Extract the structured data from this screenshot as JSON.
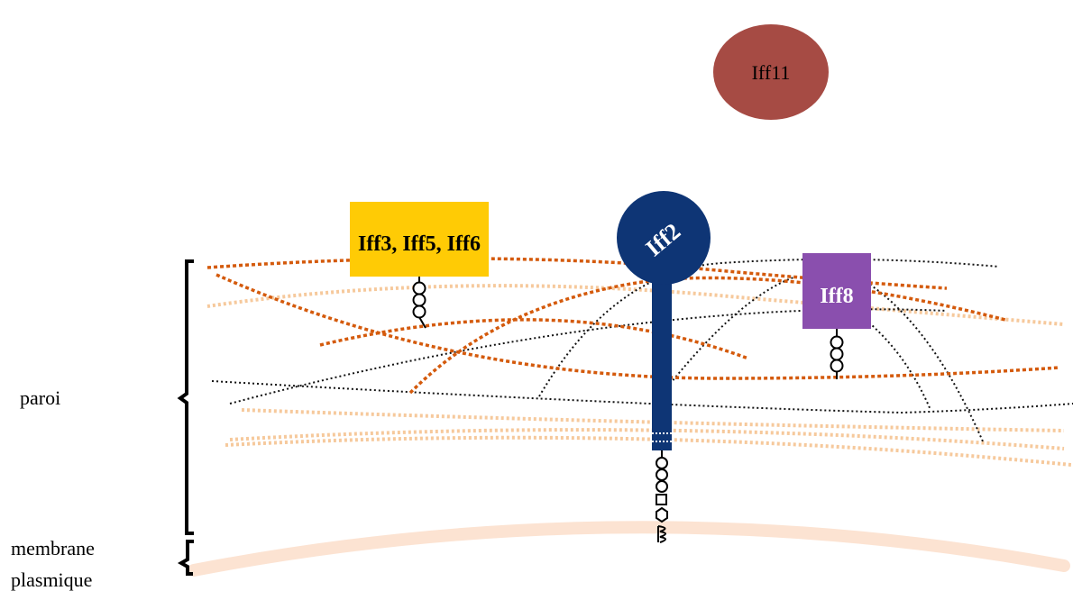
{
  "labels": {
    "iff11": "Iff11",
    "iff2": "Iff2",
    "iff8": "Iff8",
    "iff356": "Iff3, Iff5, Iff6",
    "paroi": "paroi",
    "membrane_line1": "membrane",
    "membrane_line2": "plasmique"
  },
  "colors": {
    "iff11": "#A64B44",
    "iff2": "#0E3575",
    "iff8": "#8A4FAE",
    "iff356": "#FFCB05",
    "fiber_dark_orange": "#D45A0C",
    "fiber_light_orange": "#F6C99C",
    "fiber_black": "#111111",
    "membrane": "#FCE3D2"
  }
}
